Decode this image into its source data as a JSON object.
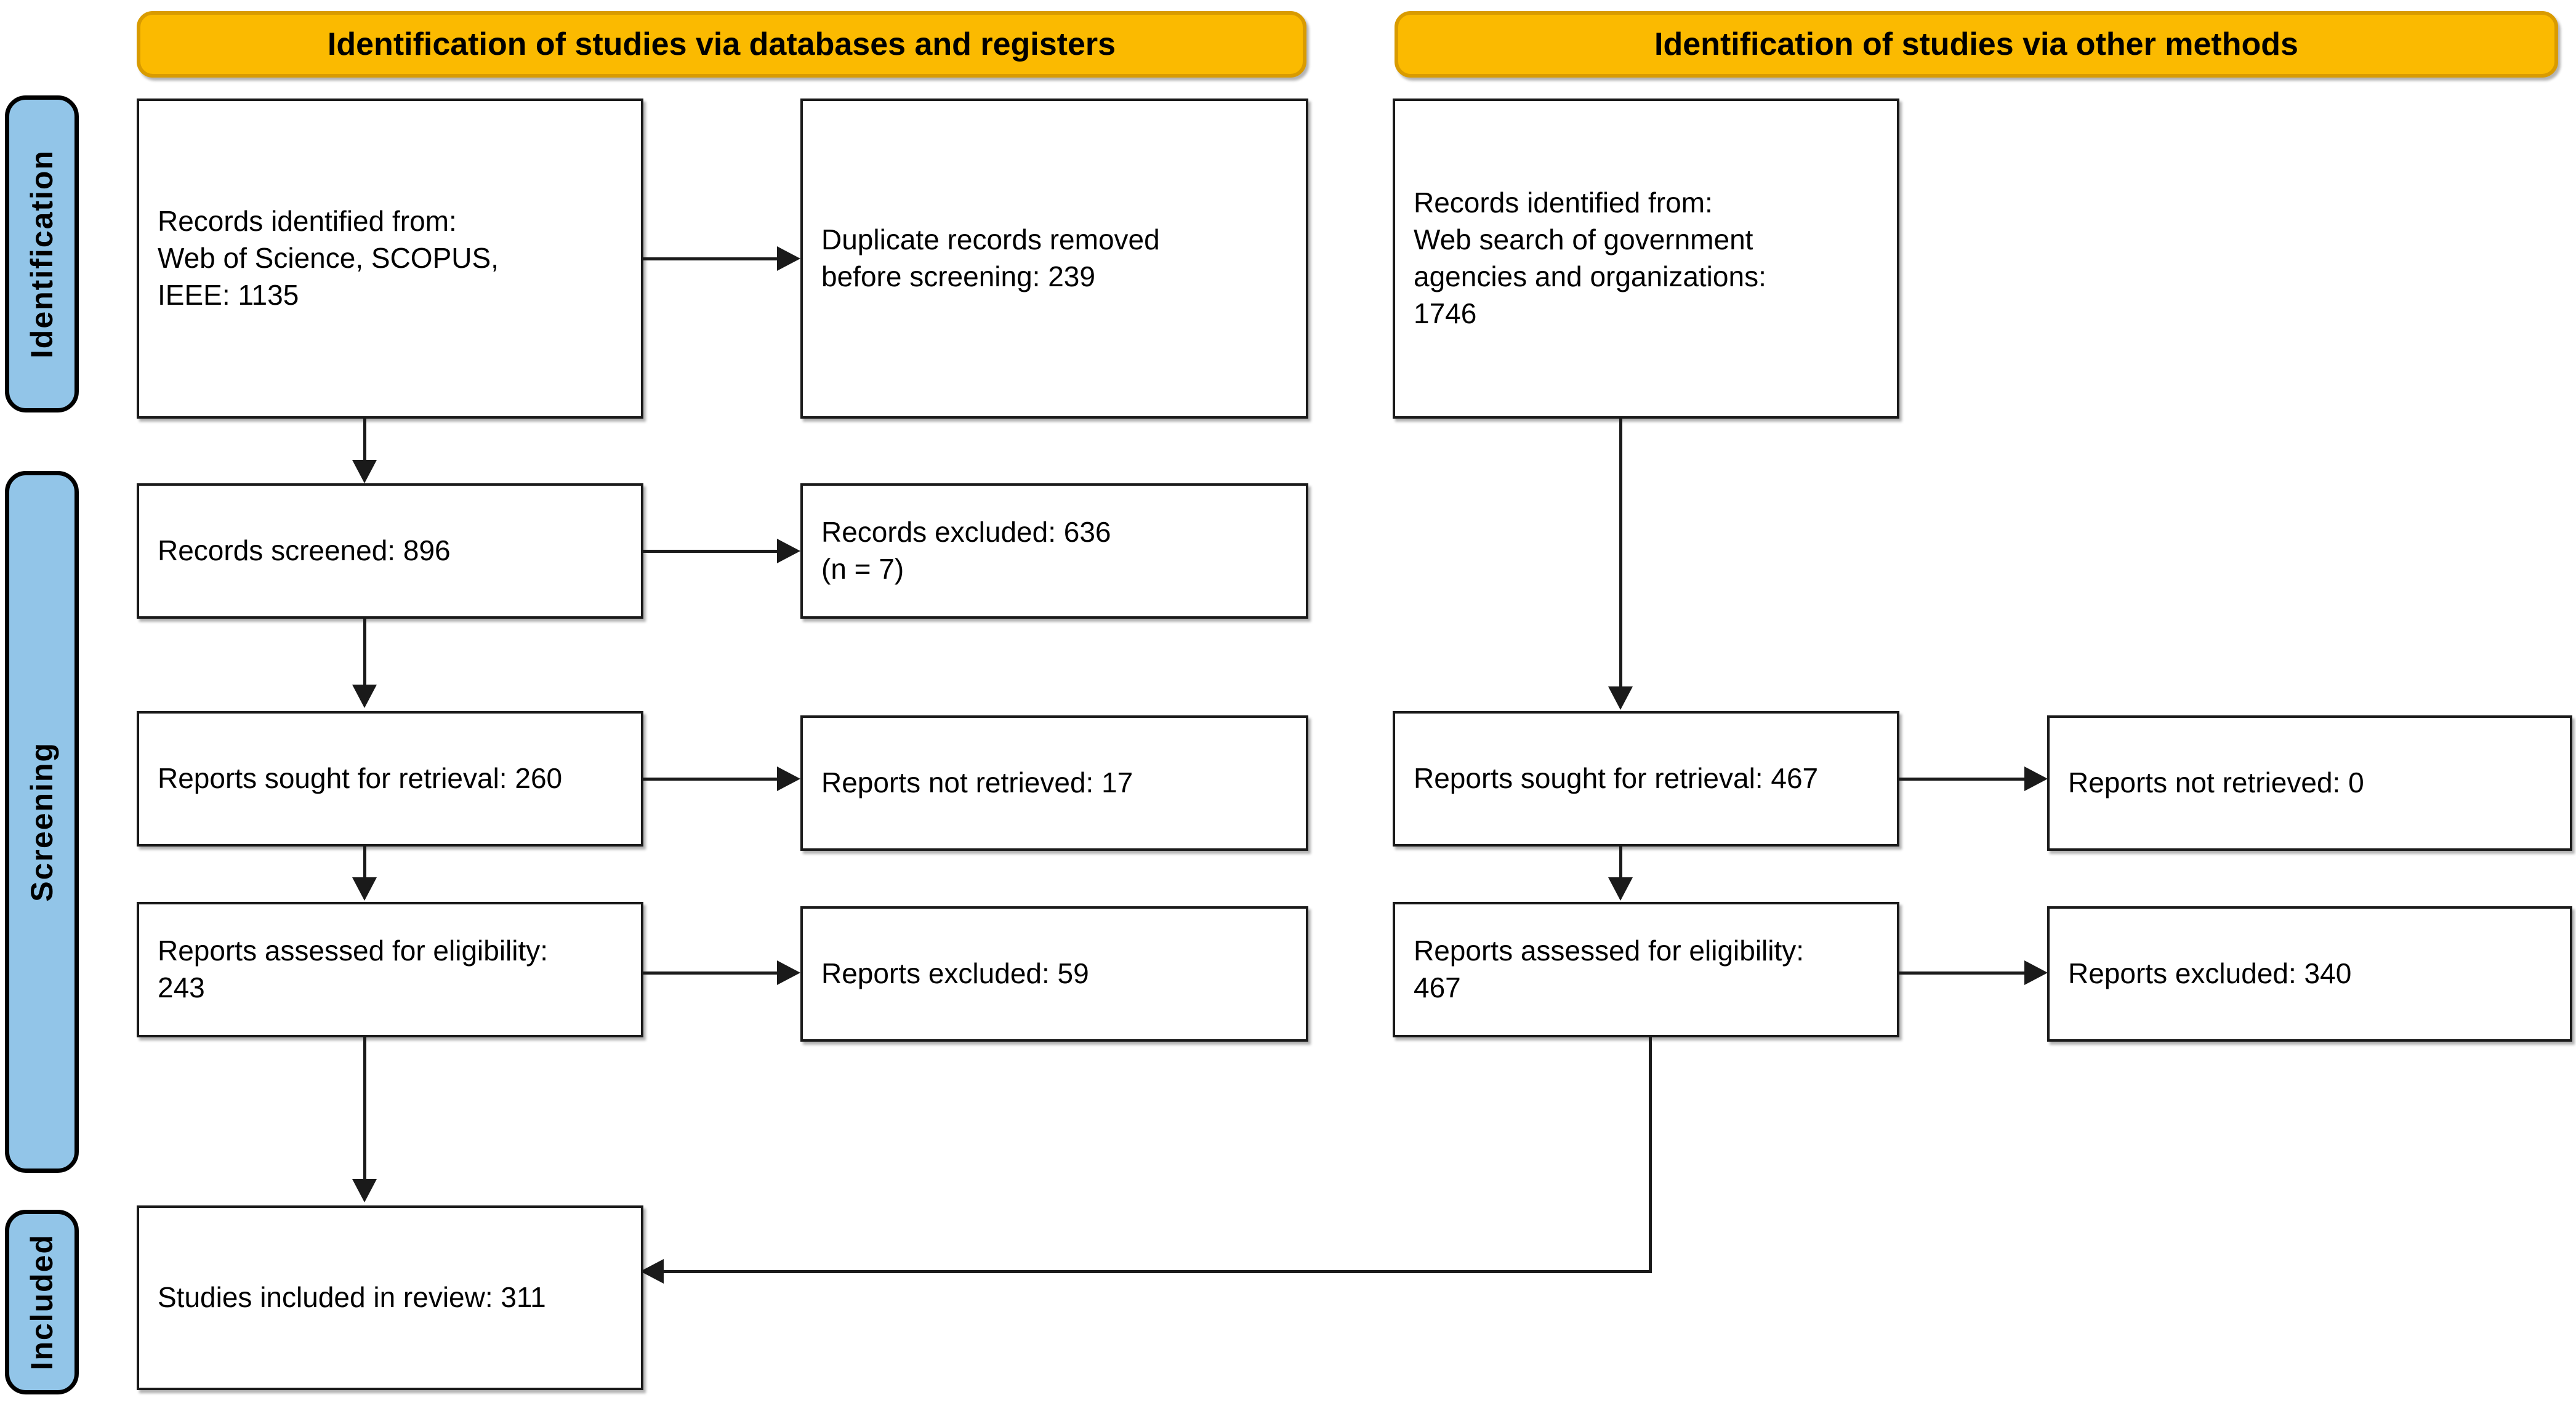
{
  "diagram": {
    "type": "PRISMA 2020 flow diagram",
    "accent_orange": "#FBBA00",
    "accent_blue": "#92C5E8",
    "banners": [
      {
        "id": "databases",
        "label": "Identification of studies via databases and registers"
      },
      {
        "id": "other-methods",
        "label": "Identification of studies via other methods"
      }
    ],
    "stage_labels": [
      {
        "id": "identification",
        "label": "Identification"
      },
      {
        "id": "screening",
        "label": "Screening"
      },
      {
        "id": "included",
        "label": "Included"
      }
    ],
    "boxes": {
      "records_identified_db": "Records identified from:\n    Web of Science, SCOPUS,\n    IEEE: 1135",
      "duplicates_removed": "Duplicate records removed\nbefore screening: 239",
      "records_identified_other": "Records identified from:\n    Web search of government\n    agencies and organizations:\n    1746",
      "records_screened": "Records screened: 896",
      "records_excluded": "Records excluded: 636\n(n = 7)",
      "reports_sought_db": "Reports sought for retrieval: 260",
      "reports_not_retrieved_db": "Reports not retrieved: 17",
      "reports_sought_other": "Reports sought for retrieval: 467",
      "reports_not_retrieved_other": "Reports not retrieved: 0",
      "reports_assessed_db": "Reports assessed for eligibility:\n243",
      "reports_excluded_db": "Reports excluded: 59",
      "reports_assessed_other": "Reports assessed for eligibility:\n467",
      "reports_excluded_other": "Reports excluded: 340",
      "studies_included": "Studies included in review: 311"
    },
    "counts": {
      "records_identified_db": 1135,
      "duplicates_removed": 239,
      "records_identified_other": 1746,
      "records_screened": 896,
      "records_excluded": 636,
      "records_excluded_n": 7,
      "reports_sought_db": 260,
      "reports_not_retrieved_db": 17,
      "reports_sought_other": 467,
      "reports_not_retrieved_other": 0,
      "reports_assessed_db": 243,
      "reports_excluded_db": 59,
      "reports_assessed_other": 467,
      "reports_excluded_other": 340,
      "studies_included": 311
    }
  }
}
